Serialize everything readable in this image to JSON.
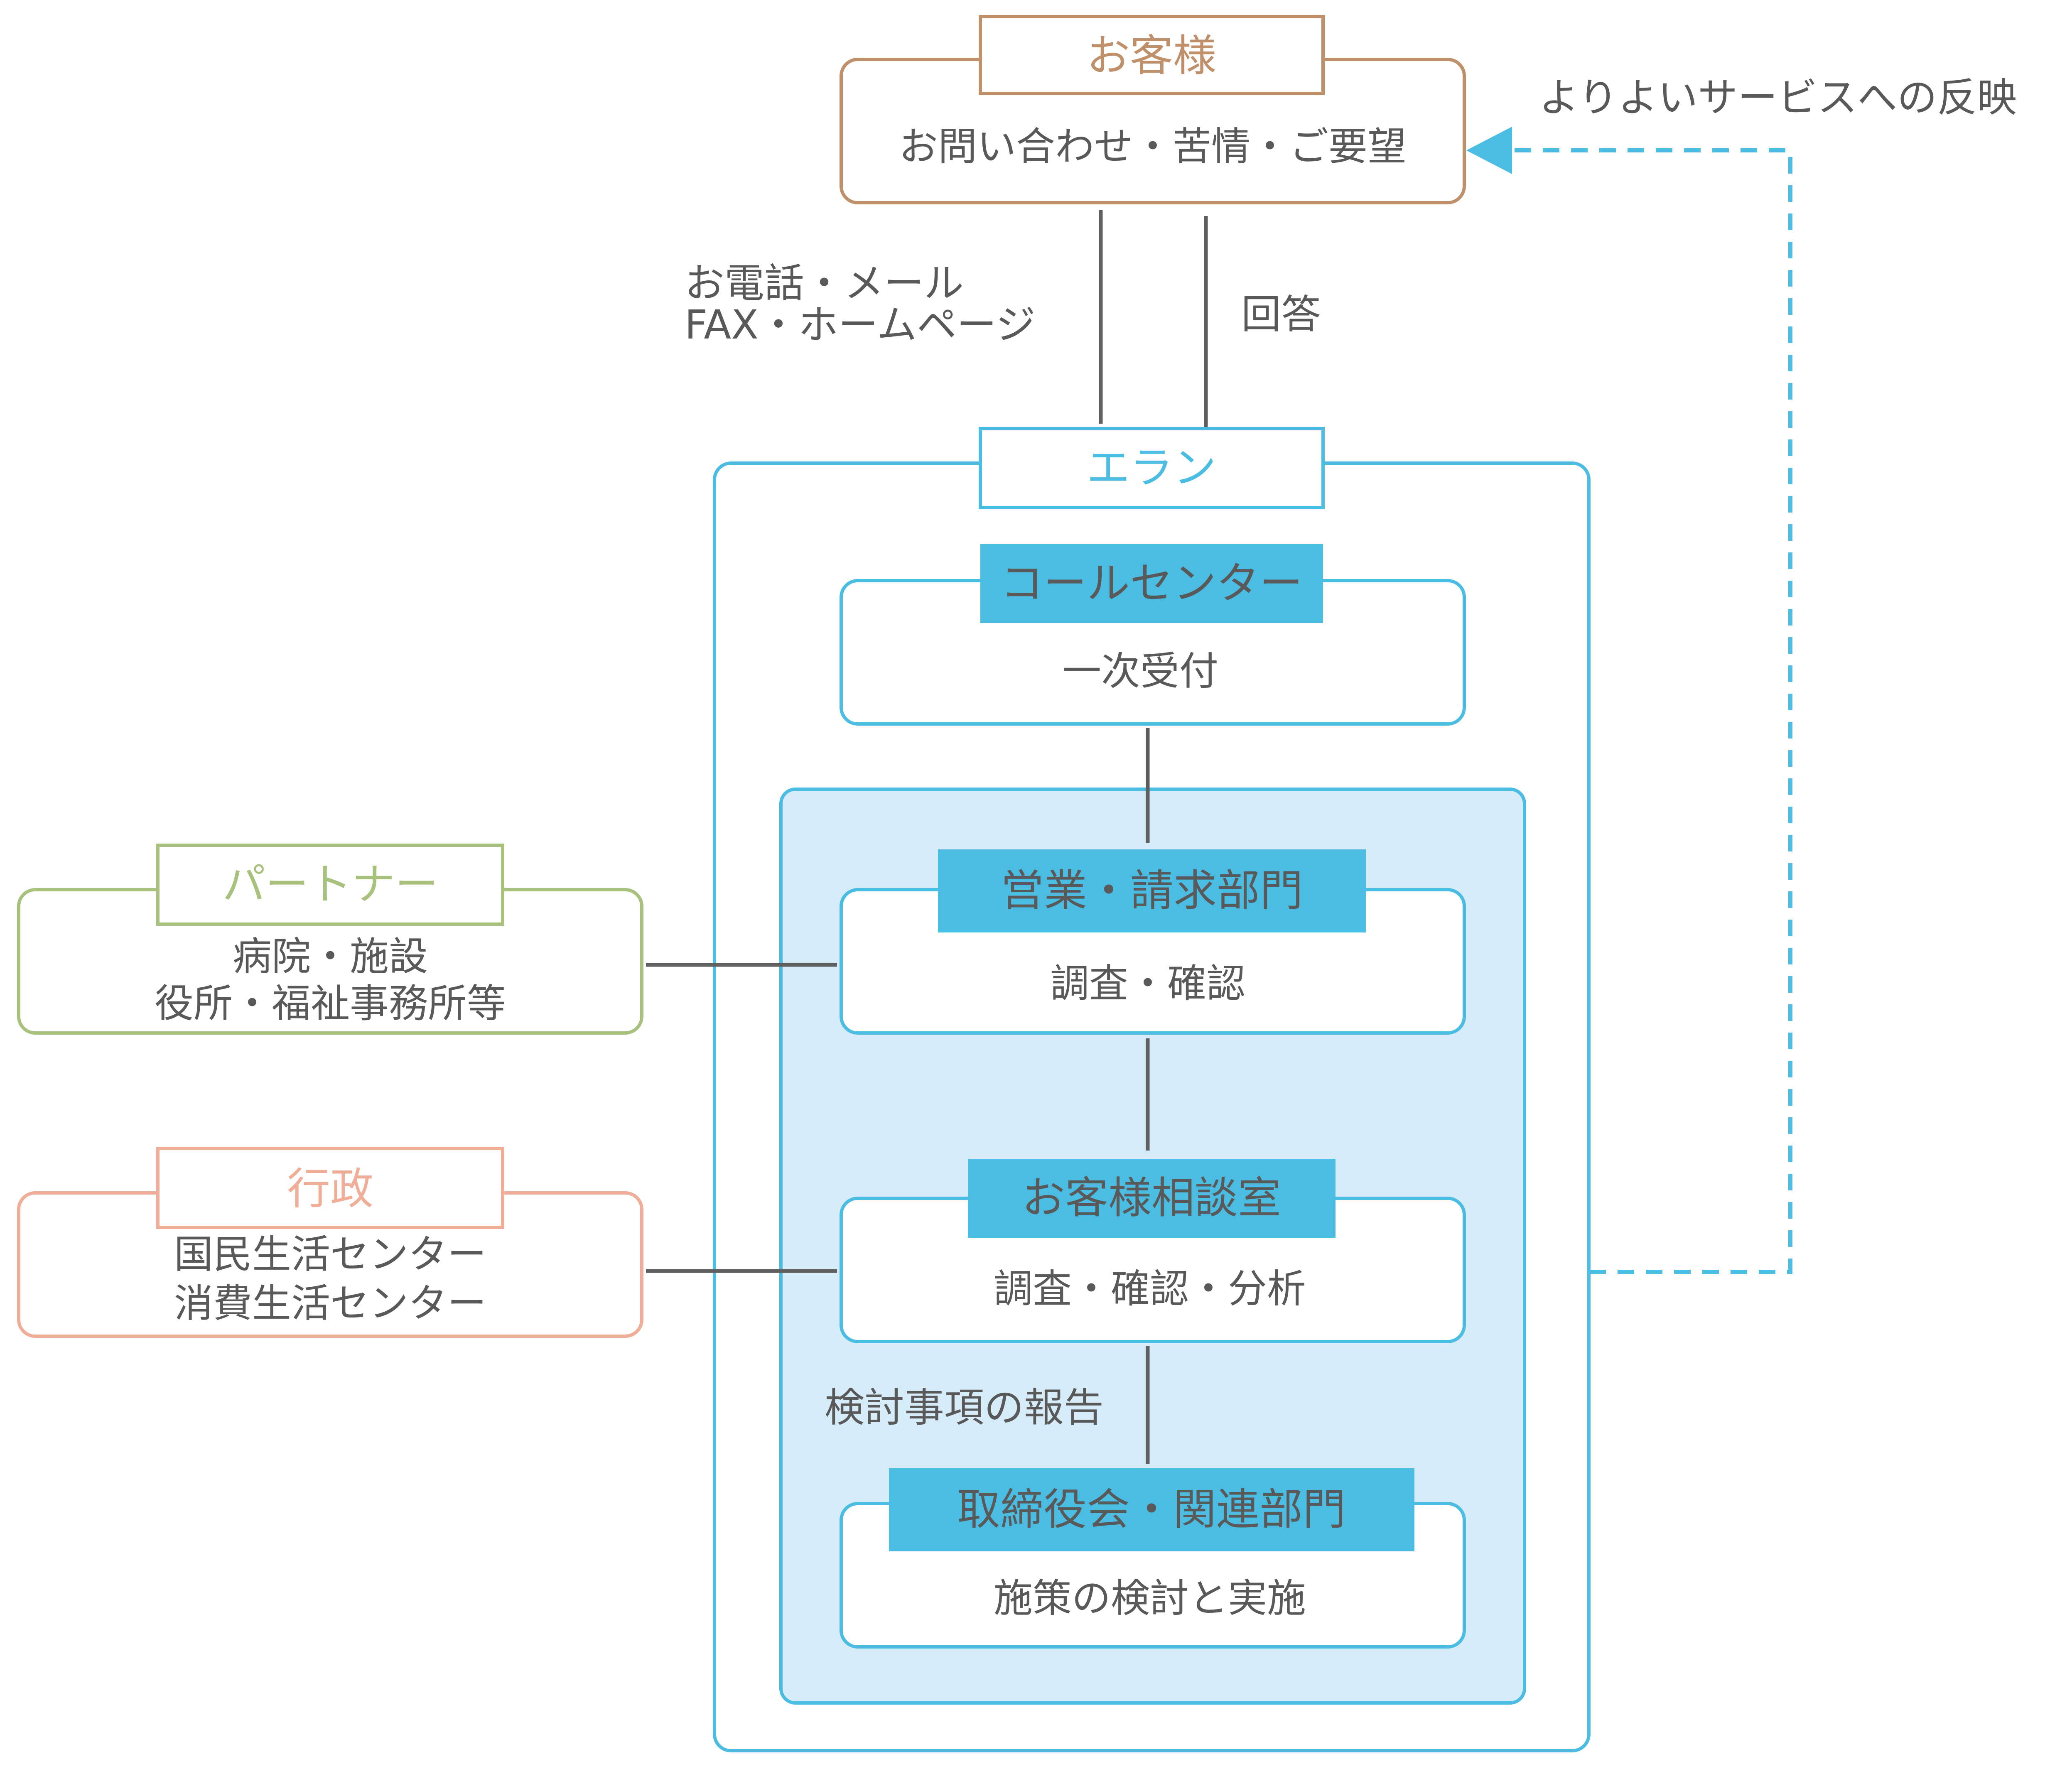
{
  "colors": {
    "customer": "#c0906a",
    "elan": "#4bbde3",
    "partner": "#a8c27e",
    "admin": "#f0ae98",
    "inner_fill": "#d6ecf9",
    "text": "#595959",
    "arrow": "#5f5f5f"
  },
  "customer": {
    "title": "お客様",
    "body": "お問い合わせ・苦情・ご要望"
  },
  "feedback_label": "よりよいサービスへの反映",
  "contact_label_line1": "お電話・メール",
  "contact_label_line2": "FAX・ホームページ",
  "answer_label": "回答",
  "elan": {
    "title": "エラン"
  },
  "call_center": {
    "title": "コールセンター",
    "body": "一次受付"
  },
  "sales": {
    "title": "営業・請求部門",
    "body": "調査・確認"
  },
  "consult": {
    "title": "お客様相談室",
    "body": "調査・確認・分析"
  },
  "report_label": "検討事項の報告",
  "board": {
    "title": "取締役会・関連部門",
    "body": "施策の検討と実施"
  },
  "partner": {
    "title": "パートナー",
    "body_line1": "病院・施設",
    "body_line2": "役所・福祉事務所等"
  },
  "admin": {
    "title": "行政",
    "body_line1": "国民生活センター",
    "body_line2": "消費生活センター"
  }
}
